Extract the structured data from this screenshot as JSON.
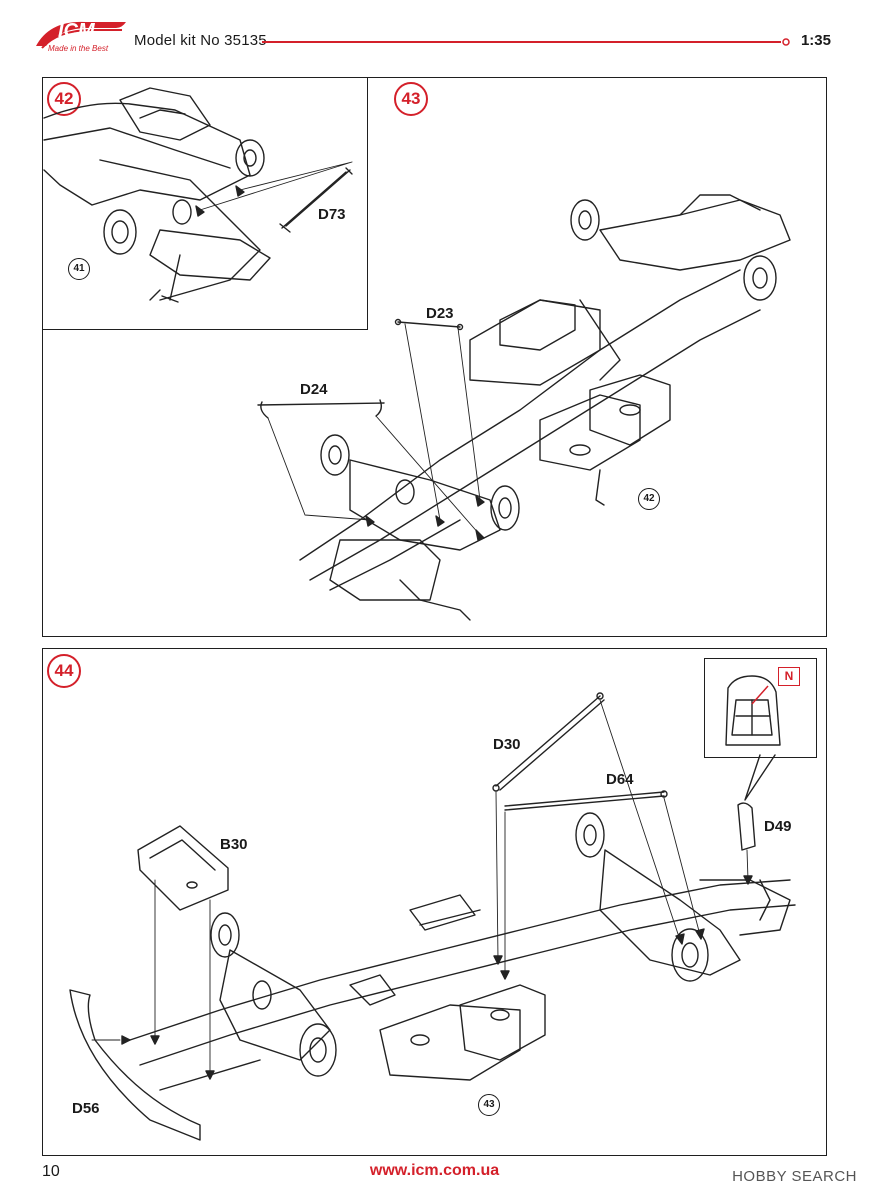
{
  "header": {
    "logo_text": "ICM",
    "logo_tagline": "Made in the Best",
    "kit_label": "Model kit No 35135",
    "scale": "1:35"
  },
  "steps": [
    {
      "number": "42",
      "ref": "41",
      "parts": [
        "D73"
      ]
    },
    {
      "number": "43",
      "ref": "42",
      "parts": [
        "D23",
        "D24"
      ]
    },
    {
      "number": "44",
      "ref": "43",
      "parts": [
        "D30",
        "D64",
        "B30",
        "D49",
        "D56"
      ],
      "callout_mark": "N"
    }
  ],
  "footer": {
    "page_number": "10",
    "url": "www.icm.com.ua",
    "credit": "HOBBY SEARCH"
  },
  "colors": {
    "accent": "#d4202a",
    "line": "#1f1f1f"
  }
}
